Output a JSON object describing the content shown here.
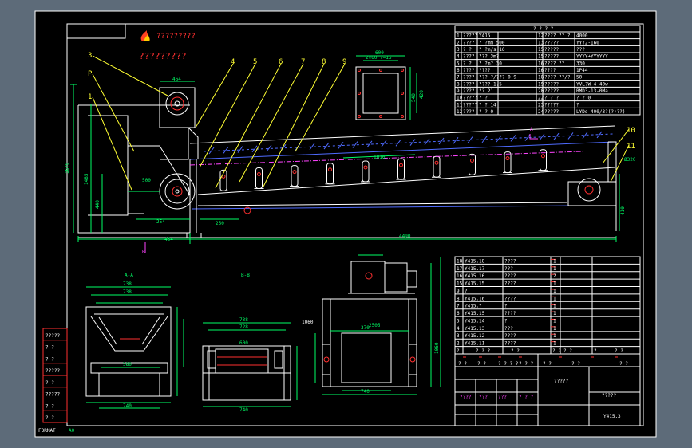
{
  "drawing": {
    "company_text": "?????????",
    "company_sub": "?????????",
    "drawing_number": "Y415.3",
    "drawing_name": "?????",
    "drawing_name2": "?????",
    "format_label": "FORMAT",
    "format_size": "A0",
    "left_stamp_labels": [
      "?????",
      "? ?",
      "? ?",
      "?????",
      "? ?",
      "?????",
      "? ?",
      "? ?"
    ],
    "section_a": "A-A",
    "section_b": "B-B",
    "view_arrow_a": "A",
    "view_arrow_b": "B"
  },
  "tech_table": {
    "header": "? ? ? ?",
    "rows": [
      [
        "1",
        "?????",
        "Y415",
        "12",
        "???? ?? ?",
        "4000"
      ],
      [
        "2",
        "????",
        "? ?mm 500",
        "13",
        "?????",
        "YYY2-160"
      ],
      [
        "3",
        "? ?",
        "? ?m/s 16",
        "15",
        "?????",
        "???"
      ],
      [
        "4",
        "????",
        "??? 3m?",
        "15",
        "?????",
        "YYYY+YYYYYY"
      ],
      [
        "5",
        "? ?",
        "? ?m? 30",
        "16",
        "???? ??",
        "330"
      ],
      [
        "6",
        "????",
        "????",
        "16",
        "????",
        "1P44"
      ],
      [
        "7",
        "????",
        "??? ?/??? 0.9",
        "18",
        "???? ??/?",
        "50"
      ],
      [
        "8",
        "????",
        "???? 1.5",
        "19",
        "?????",
        "YVL?W-4 40w"
      ],
      [
        "9",
        "????",
        "?? 21",
        "20",
        "?????",
        "BMD3-13-0Ma"
      ],
      [
        "10",
        "?????",
        "? ?",
        "22",
        "? ? ?",
        "? ? 0"
      ],
      [
        "11",
        "?????",
        "? ? 14",
        "23",
        "?????",
        "?"
      ],
      [
        "12",
        "????",
        "? ? 0",
        "24",
        "?????",
        "LYDo-400/3?(?)??)"
      ]
    ]
  },
  "callouts": [
    "3",
    "P",
    "1",
    "4",
    "5",
    "6",
    "7",
    "8",
    "9",
    "10",
    "11"
  ],
  "dimensions": {
    "total_length": "4490",
    "head_height": "1670",
    "left_height": "1485",
    "mid_height": "440",
    "tail_height": "410",
    "d1": "500",
    "d2": "250",
    "d3": "1016",
    "pulley": "Ø320",
    "head_width": "464",
    "bottom_a": "454",
    "drive_top": "254",
    "sect_a_w1": "738",
    "sect_a_w2": "738",
    "sect_a_w3": "580",
    "sect_a_w4": "740",
    "sect_b_w1": "738",
    "sect_b_w2": "728",
    "sect_b_w3": "740",
    "sect_b_w4": "600",
    "view_w1": "370",
    "view_w2": "740",
    "view_h1": "1060",
    "view_h2": "2505",
    "view_note": "1060",
    "flange_w": "600",
    "flange_h": "540",
    "flange_t": "420",
    "flange_note": "2×60 ?=16"
  },
  "parts_list": {
    "rows": [
      [
        "18",
        "Y415.18",
        "????",
        "1",
        ""
      ],
      [
        "17",
        "Y415.17",
        "???",
        "1",
        ""
      ],
      [
        "16",
        "Y415.16",
        "????",
        "2",
        ""
      ],
      [
        "15",
        "Y415.15",
        "????",
        "1",
        ""
      ],
      [
        "9",
        "?",
        "",
        "1",
        ""
      ],
      [
        "8",
        "Y415.16",
        "????",
        "1",
        ""
      ],
      [
        "7",
        "Y415.?",
        "?",
        "1",
        ""
      ],
      [
        "6",
        "Y415.15",
        "????",
        "1",
        ""
      ],
      [
        "5",
        "Y415.14",
        "?",
        "1",
        ""
      ],
      [
        "4",
        "Y415.13",
        "???",
        "1",
        ""
      ],
      [
        "3",
        "Y415.12",
        "????",
        "1",
        ""
      ],
      [
        "2",
        "Y415.11",
        "????",
        "1",
        ""
      ]
    ],
    "header": [
      "?",
      "? ? ?",
      "? ?",
      "? ?",
      "? ?",
      "?",
      "? ?"
    ],
    "title_labels": [
      "? ?",
      "? ?",
      "? ? ? ?",
      "? ? ?",
      "? ?",
      "? ?",
      "? ?"
    ],
    "small_labels": [
      "????",
      "???",
      "???",
      "? ? ?"
    ]
  }
}
